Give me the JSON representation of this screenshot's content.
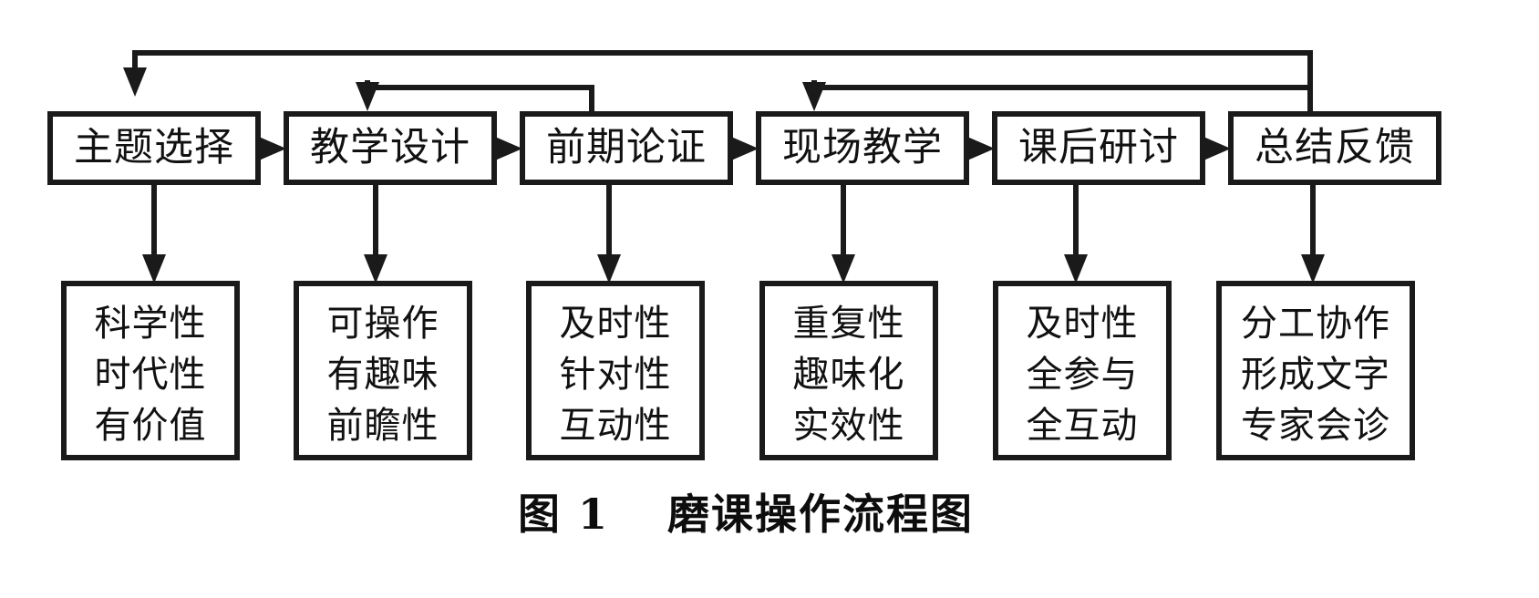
{
  "figure": {
    "caption_number": "图 1",
    "caption_title": "磨课操作流程图",
    "stroke_color": "#1a1a1a",
    "text_color": "#111111",
    "background_color": "#ffffff"
  },
  "stages": [
    {
      "id": "topic-selection",
      "label": "主题选择"
    },
    {
      "id": "teaching-design",
      "label": "教学设计"
    },
    {
      "id": "pre-argument",
      "label": "前期论证"
    },
    {
      "id": "live-teaching",
      "label": "现场教学"
    },
    {
      "id": "post-discussion",
      "label": "课后研讨"
    },
    {
      "id": "summary-feedback",
      "label": "总结反馈"
    }
  ],
  "attributes": [
    {
      "id": "attr-topic-selection",
      "lines": [
        "科学性",
        "时代性",
        "有价值"
      ]
    },
    {
      "id": "attr-teaching-design",
      "lines": [
        "可操作",
        "有趣味",
        "前瞻性"
      ]
    },
    {
      "id": "attr-pre-argument",
      "lines": [
        "及时性",
        "针对性",
        "互动性"
      ]
    },
    {
      "id": "attr-live-teaching",
      "lines": [
        "重复性",
        "趣味化",
        "实效性"
      ]
    },
    {
      "id": "attr-post-discussion",
      "lines": [
        "及时性",
        "全参与",
        "全互动"
      ]
    },
    {
      "id": "attr-summary-feedback",
      "lines": [
        "分工协作",
        "形成文字",
        "专家会诊"
      ]
    }
  ],
  "flow": {
    "sequence_arrows": [
      {
        "from": "主题选择",
        "to": "教学设计"
      },
      {
        "from": "教学设计",
        "to": "前期论证"
      },
      {
        "from": "前期论证",
        "to": "现场教学"
      },
      {
        "from": "现场教学",
        "to": "课后研讨"
      },
      {
        "from": "课后研讨",
        "to": "总结反馈"
      }
    ],
    "feedback_arrows": [
      {
        "from": "总结反馈",
        "to": "主题选择"
      },
      {
        "from": "总结反馈",
        "to": "现场教学"
      },
      {
        "from": "前期论证",
        "to": "教学设计"
      }
    ],
    "attribute_arrows": [
      {
        "from": "主题选择",
        "to": "科学性 时代性 有价值"
      },
      {
        "from": "教学设计",
        "to": "可操作 有趣味 前瞻性"
      },
      {
        "from": "前期论证",
        "to": "及时性 针对性 互动性"
      },
      {
        "from": "现场教学",
        "to": "重复性 趣味化 实效性"
      },
      {
        "from": "课后研讨",
        "to": "及时性 全参与 全互动"
      },
      {
        "from": "总结反馈",
        "to": "分工协作 形成文字 专家会诊"
      }
    ]
  }
}
